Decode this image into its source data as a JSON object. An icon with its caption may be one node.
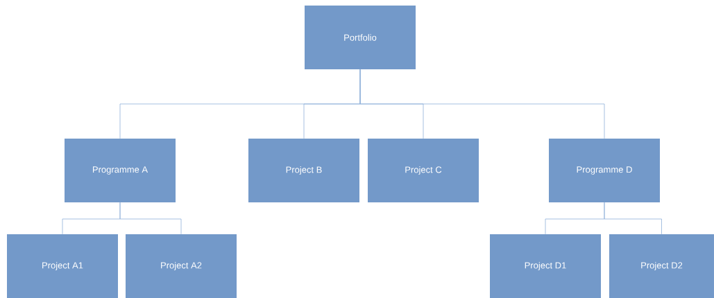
{
  "diagram": {
    "nodes": [
      {
        "text": [
          "Portfolio"
        ]
      },
      {
        "text": [
          "Programme A"
        ]
      },
      {
        "text": [
          "Project B"
        ]
      },
      {
        "text": [
          "Project C"
        ]
      },
      {
        "text": [
          "Programme D"
        ]
      },
      {
        "text": [
          "Project A1"
        ]
      },
      {
        "text": [
          "Project A2"
        ]
      },
      {
        "text": [
          "Project D1"
        ]
      },
      {
        "text": [
          "Project D2"
        ]
      }
    ],
    "edges": [
      {
        "from": 0,
        "to": 1,
        "arrow": "none"
      },
      {
        "from": 0,
        "to": 2,
        "arrow": "none"
      },
      {
        "from": 0,
        "to": 3,
        "arrow": "none"
      },
      {
        "from": 0,
        "to": 4,
        "arrow": "none"
      },
      {
        "from": 1,
        "to": 5,
        "arrow": "none"
      },
      {
        "from": 1,
        "to": 6,
        "arrow": "none"
      },
      {
        "from": 4,
        "to": 7,
        "arrow": "none"
      },
      {
        "from": 4,
        "to": 8,
        "arrow": "none"
      }
    ]
  }
}
